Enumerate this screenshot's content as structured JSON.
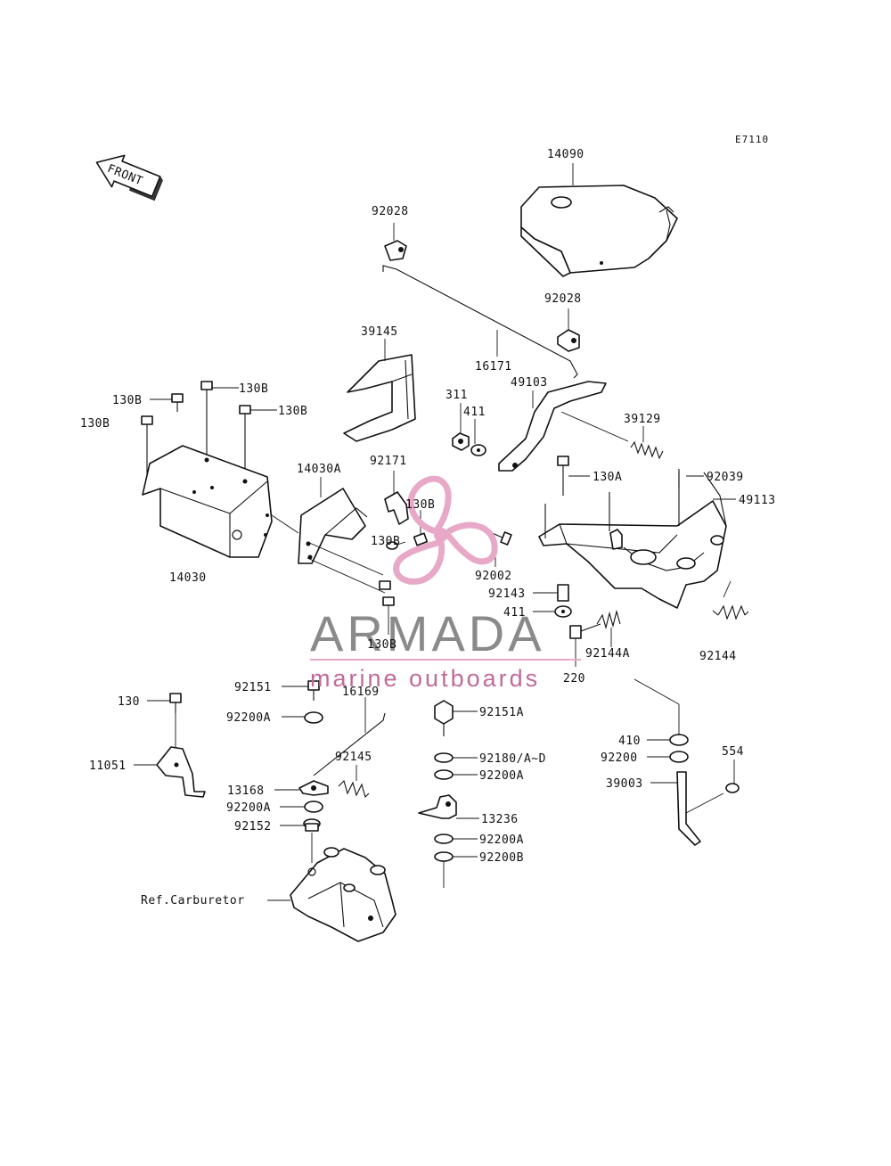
{
  "diagram_code": "E7110",
  "front_label": "FRONT",
  "watermark": {
    "brand": "ARMADA",
    "tagline": "marine outboards",
    "logo_color": "#e8a9c8",
    "text_color": "#8a8a8a"
  },
  "labels": {
    "p14090": "14090",
    "p92028a": "92028",
    "p92028b": "92028",
    "p39145": "39145",
    "p16171": "16171",
    "p49103": "49103",
    "p311": "311",
    "p411a": "411",
    "p39129": "39129",
    "p130b_1": "130B",
    "p130b_2": "130B",
    "p130b_3": "130B",
    "p130b_4": "130B",
    "p14030a": "14030A",
    "p92171": "92171",
    "p130b_5": "130B",
    "p130b_6": "130B",
    "p130a": "130A",
    "p92039": "92039",
    "p49113": "49113",
    "p14030": "14030",
    "p92002": "92002",
    "p92143": "92143",
    "p411b": "411",
    "p130b_7": "130B",
    "p92144a": "92144A",
    "p92144": "92144",
    "p220": "220",
    "p130": "130",
    "p92151": "92151",
    "p16169": "16169",
    "p92151a": "92151A",
    "p92200a_1": "92200A",
    "p11051": "11051",
    "p92145": "92145",
    "p92180": "92180/A~D",
    "p410": "410",
    "p554": "554",
    "p92200": "92200",
    "p92200a_2": "92200A",
    "p13168": "13168",
    "p39003": "39003",
    "p92200a_3": "92200A",
    "p13236": "13236",
    "p92152": "92152",
    "p92200a_4": "92200A",
    "p92200b": "92200B",
    "ref_carb": "Ref.Carburetor"
  }
}
